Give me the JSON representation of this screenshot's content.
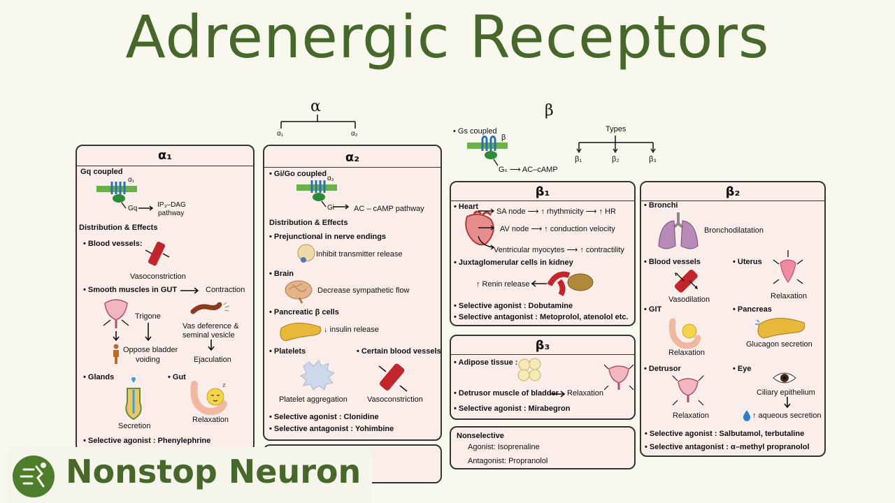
{
  "title": "Adrenergic Receptors",
  "alpha": {
    "symbol": "α",
    "sub1": "α₁",
    "sub2": "α₂"
  },
  "beta": {
    "symbol": "β",
    "types_label": "Types",
    "t1": "β₁",
    "t2": "β₂",
    "t3": "β₃",
    "coupling": "• Gs coupled",
    "receptor": "β",
    "pathway": "Gₛ ⟶ AC–cAMP"
  },
  "a1": {
    "header": "α₁",
    "coupling": "Gq coupled",
    "receptor": "α₁",
    "gprotein": "Gq",
    "pathway1": "IP₃–DAG",
    "pathway2": "pathway",
    "dist": "Distribution & Effects",
    "blood": "• Blood vessels:",
    "vasocon": "Vasoconstriction",
    "smooth": "• Smooth muscles in GUT",
    "contraction": "Contraction",
    "trigone": "Trigone",
    "oppose1": "Oppose bladder",
    "oppose2": "voiding",
    "vas1": "Vas deference &",
    "vas2": "seminal vesicle",
    "ejac": "Ejaculation",
    "glands": "• Glands",
    "gut": "• Gut",
    "secretion": "Secretion",
    "relax": "Relaxation",
    "agonist": "• Selective agonist :   Phenylephrine"
  },
  "a2": {
    "header": "α₂",
    "coupling": "• Gi/Go coupled",
    "receptor": "α₂",
    "gprotein": "Gi",
    "pathway": "AC – cAMP pathway",
    "dist": "Distribution & Effects",
    "prej": "• Prejunctional in nerve endings",
    "inhibit": "Inhibit transmitter release",
    "brain": "• Brain",
    "decrease": "Decrease sympathetic flow",
    "panc": "• Pancreatic β cells",
    "insulin": "↓ insulin release",
    "platelets": "• Platelets",
    "certain": "• Certain blood vessels",
    "plagg": "Platelet aggregation",
    "vasocon": "Vasoconstriction",
    "agonist": "• Selective agonist :   Clonidine",
    "antagonist": "• Selective antagonist :   Yohimbine"
  },
  "b1": {
    "header": "β₁",
    "heart": "• Heart",
    "sa": "SA node ⟶ ↑ rhythmicity ⟶ ↑ HR",
    "av": "AV node ⟶ ↑ conduction velocity",
    "vent": "Ventricular myocytes ⟶ ↑ contractility",
    "jux": "• Juxtaglomerular cells in kidney",
    "renin": "↑ Renin release",
    "agonist": "• Selective agonist :   Dobutamine",
    "antagonist": "• Selective antagonist :   Metoprolol, atenolol etc."
  },
  "b3": {
    "header": "β₃",
    "adipose": "• Adipose tissue :",
    "detrusor": "• Detrusor muscle of bladder",
    "relax": "Relaxation",
    "agonist": "• Selective agonist :   Mirabegron"
  },
  "nonsel": {
    "title": "Nonselective",
    "agonist": "Agonist: Isoprenaline",
    "antagonist": "Antagonist: Propranolol"
  },
  "b2": {
    "header": "β₂",
    "bronchi": "• Bronchi",
    "bronchodil": "Bronchodilatation",
    "blood": "• Blood vessels",
    "vasodil": "Vasodilation",
    "uterus": "• Uterus",
    "urelax": "Relaxation",
    "git": "• GIT",
    "grelax": "Relaxation",
    "pancreas": "• Pancreas",
    "glucagon": "Glucagon secretion",
    "detrusor": "• Detrusor",
    "drelax": "Relaxation",
    "eye": "• Eye",
    "ciliary": "Ciliary epithelium",
    "aqueous": "↑ aqueous secretion",
    "agonist": "• Selective agonist :   Salbutamol, terbutaline",
    "antagonist": "• Selective antagonist :   α–methyl propranolol"
  },
  "brand": {
    "name": "Nonstop Neuron"
  },
  "colors": {
    "title": "#47682a",
    "box_bg": "#fbeeea",
    "vessel": "#c0262b",
    "membrane": "#5aa63a"
  }
}
